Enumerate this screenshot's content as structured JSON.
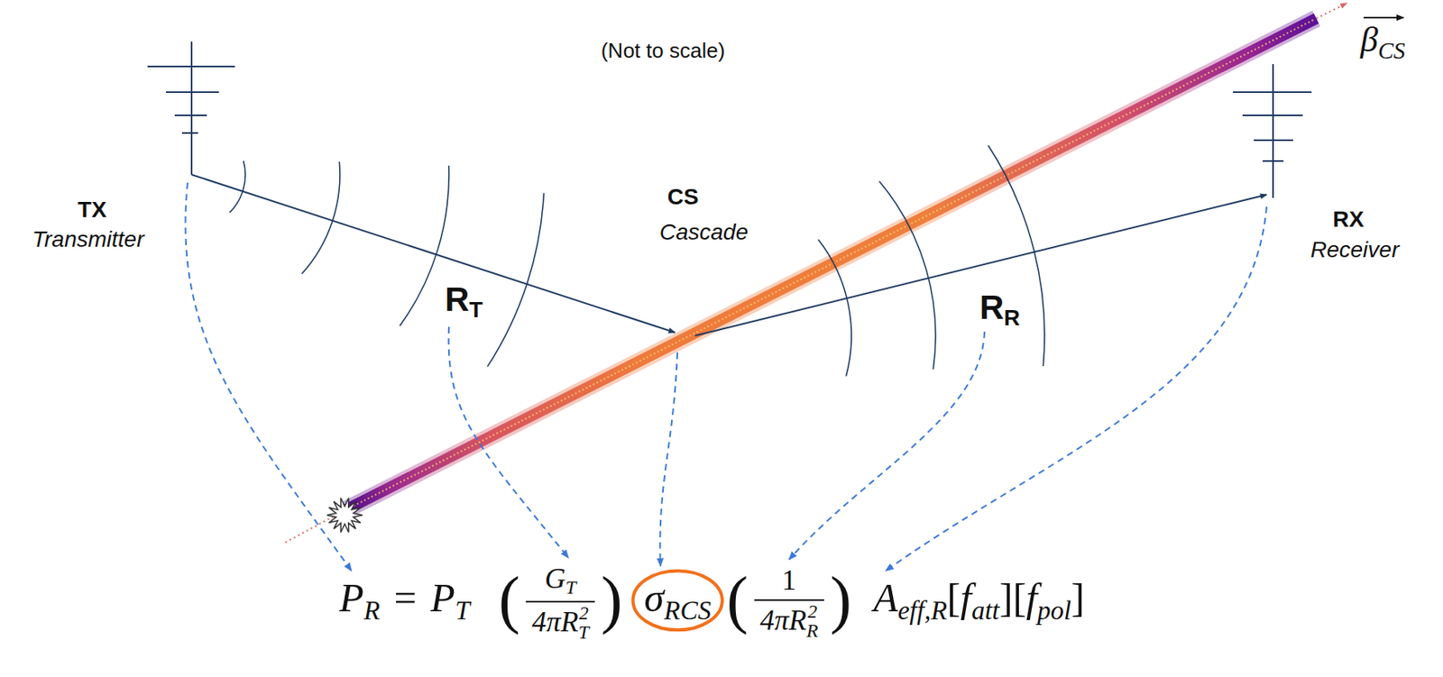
{
  "diagram": {
    "labels": [
      "(Not to scale)",
      "TX",
      "Transmitter",
      "CS",
      "Cascade",
      "RX",
      "Receiver",
      "R",
      "T",
      "R",
      "R",
      "β",
      "CS",
      "P",
      "R",
      "=",
      "P",
      "T",
      "(",
      "G",
      "T",
      "4πR",
      "T",
      "2",
      ")",
      "σ",
      "RCS",
      "(",
      "1",
      "4πR",
      "R",
      "2",
      ")",
      "A",
      "eff,R",
      "[",
      "f",
      "att",
      "][",
      "f",
      "pol",
      "]"
    ]
  }
}
